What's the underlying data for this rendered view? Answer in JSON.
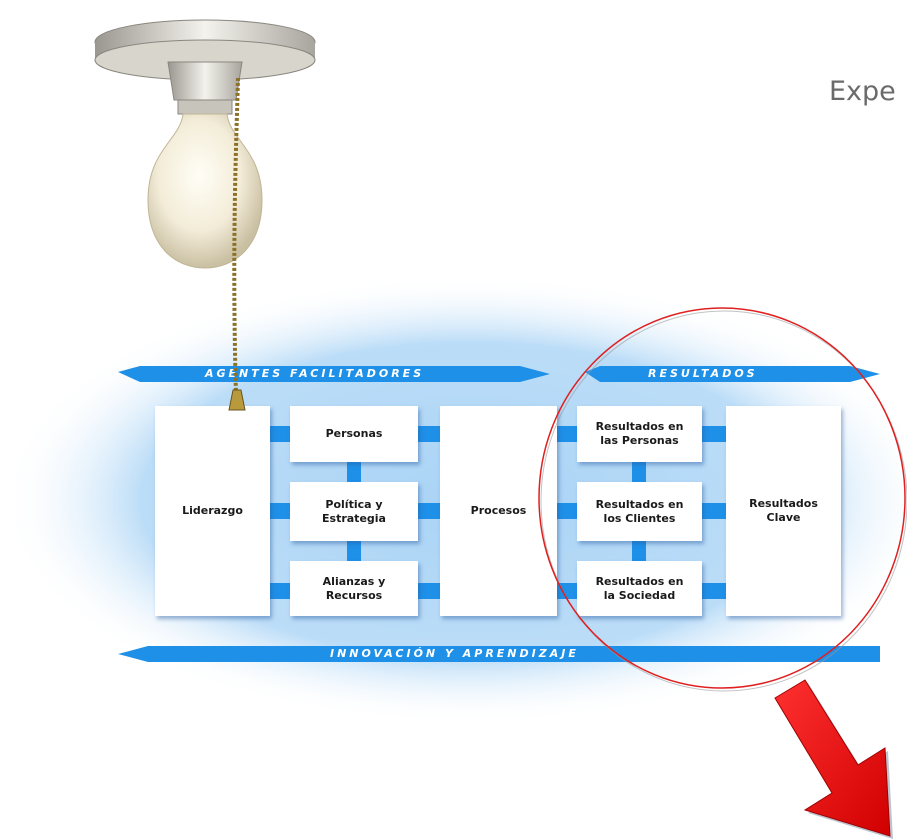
{
  "title_fragment": "Expe",
  "model": {
    "enablers_label": "AGENTES FACILITADORES",
    "results_label": "RESULTADOS",
    "innovation_label": "INNOVACIÓN Y APRENDIZAJE",
    "boxes": {
      "liderazgo": "Liderazgo",
      "personas": "Personas",
      "politica": "Política y\nEstrategia",
      "alianzas": "Alianzas y\nRecursos",
      "procesos": "Procesos",
      "res_personas": "Resultados en\nlas Personas",
      "res_clientes": "Resultados en\nlos Clientes",
      "res_sociedad": "Resultados en\nla Sociedad",
      "res_clave": "Resultados\nClave"
    }
  },
  "colors": {
    "glow": "#a9d3f5",
    "band": "#1e90e8",
    "circle": "#e02020",
    "arrow": "#ee1111"
  },
  "icons": [
    "light-bulb-icon",
    "pull-chain-icon",
    "down-right-arrow-icon"
  ]
}
